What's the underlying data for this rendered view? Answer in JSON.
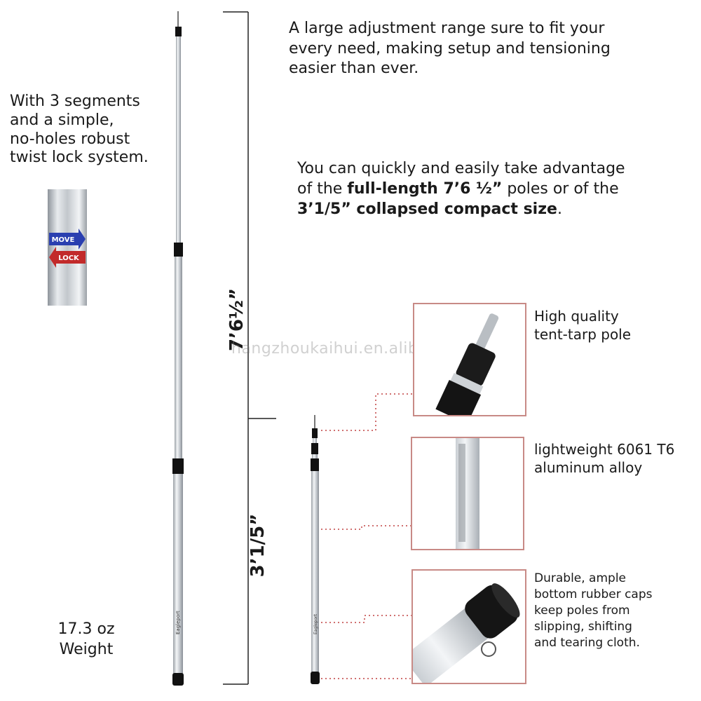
{
  "left_text": [
    "With 3 segments",
    "and a simple,",
    "no-holes robust",
    "twist lock system."
  ],
  "twist_lock": {
    "move_label": "MOVE",
    "lock_label": "LOCK",
    "move_color": "#2a3fb0",
    "lock_color": "#c22a2a"
  },
  "top_text": [
    "A large adjustment range sure to fit your",
    "every need, making setup and tensioning",
    "easier than ever."
  ],
  "mid_text": {
    "line1": "You can quickly and easily take advantage",
    "line2_pre": "of the ",
    "line2_bold": "full-length 7’6 ½”",
    "line2_post": " poles or of the",
    "line3_bold": "3’1/5” collapsed compact size",
    "line3_post": "."
  },
  "dimensions": {
    "full_length": "7’6½”",
    "collapsed": "3’1/5”"
  },
  "watermark": "hangzhoukaihui.en.alibaba.com",
  "features": [
    {
      "lines": [
        "High quality",
        "tent-tarp pole"
      ]
    },
    {
      "lines": [
        "lightweight 6061 T6",
        "aluminum alloy"
      ]
    },
    {
      "lines": [
        "Durable, ample",
        "bottom rubber caps",
        "keep poles from",
        "slipping, shifting",
        "and tearing cloth."
      ]
    }
  ],
  "weight": [
    "17.3 oz",
    "Weight"
  ],
  "brand_on_pole": "Eagleport",
  "colors": {
    "accent_border": "#c88a86",
    "dotted_line": "#d07070",
    "pole_black": "#111111"
  },
  "icons": {
    "pole_full": "aluminum-pole-extended",
    "pole_compact": "aluminum-pole-collapsed",
    "detail_1": "pole-tip-spike",
    "detail_2": "aluminum-tube",
    "detail_3": "rubber-cap"
  }
}
